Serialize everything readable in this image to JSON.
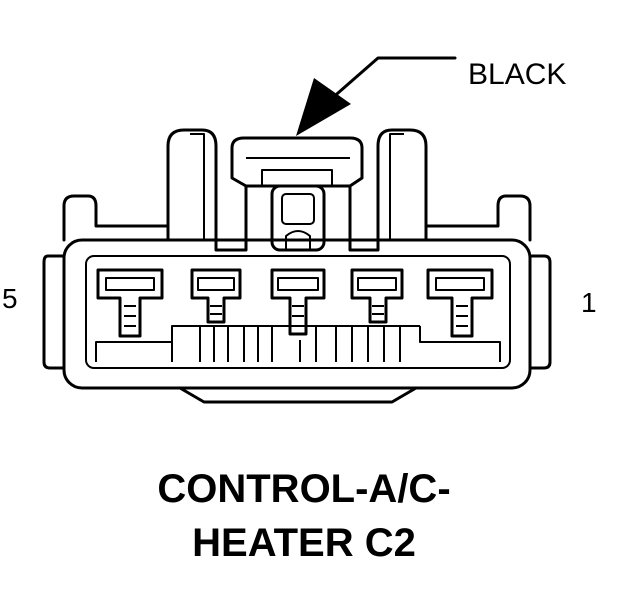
{
  "callout": {
    "color_label": "BLACK"
  },
  "pins": {
    "left_label": "5",
    "right_label": "1"
  },
  "title": {
    "line1": "CONTROL-A/C-",
    "line2": "HEATER C2"
  },
  "colors": {
    "ink": "#000000",
    "paper": "#ffffff"
  }
}
